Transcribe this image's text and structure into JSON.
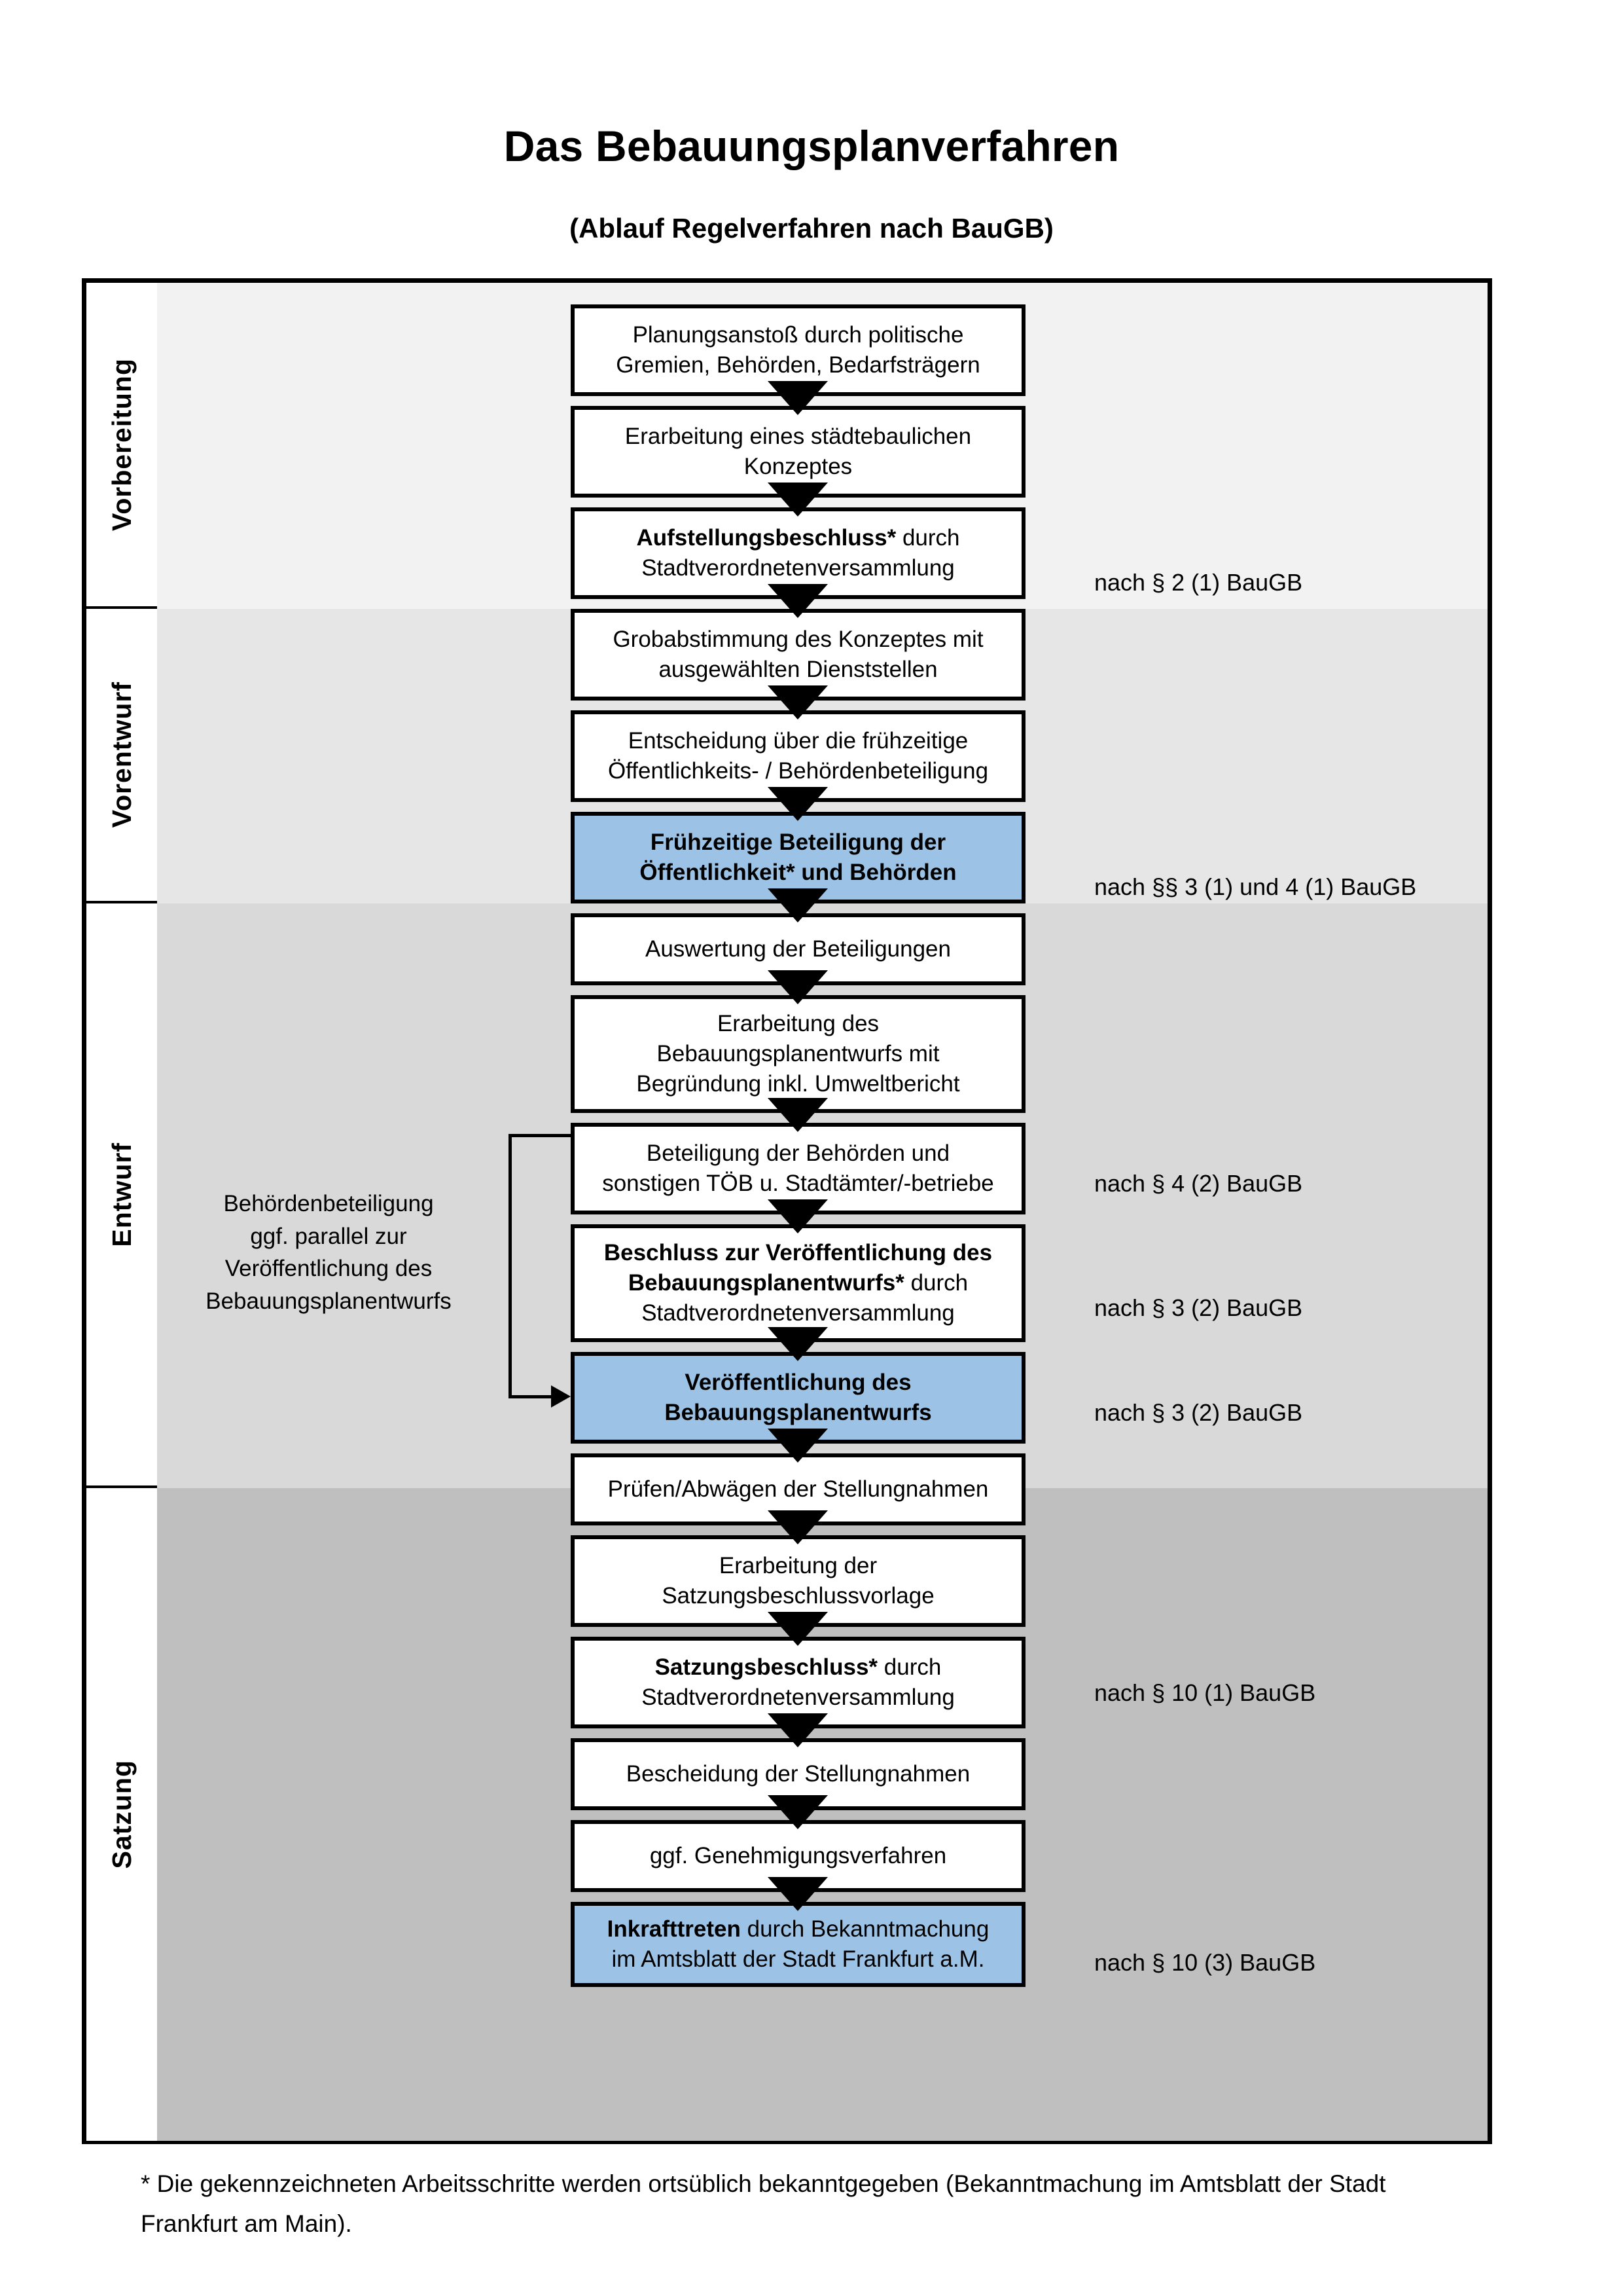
{
  "document": {
    "title": "Das Bebauungsplanverfahren",
    "subtitle": "(Ablauf Regelverfahren nach BauGB)",
    "footnote": "* Die gekennzeichneten Arbeitsschritte werden ortsüblich bekanntgegeben (Bekanntmachung im Amtsblatt  der Stadt Frankfurt am Main)."
  },
  "colors": {
    "highlight_blue": "#9CC3E5",
    "band_vorbereitung": "#F2F2F2",
    "band_vorentwurf": "#E6E6E6",
    "band_entwurf": "#D9D9D9",
    "band_satzung": "#BFBFBF",
    "outline": "#000000"
  },
  "phases": [
    {
      "label": "Vorbereitung"
    },
    {
      "label": "Vorentwurf"
    },
    {
      "label": "Entwurf"
    },
    {
      "label": "Satzung"
    }
  ],
  "steps": [
    {
      "id": "s1",
      "phase": "Vorbereitung",
      "lines": [
        "Planungsanstoß durch politische",
        "Gremien, Behörden, Bedarfsträgern"
      ],
      "bold": "",
      "highlight": false
    },
    {
      "id": "s2",
      "phase": "Vorbereitung",
      "lines": [
        "Erarbeitung eines städtebaulichen",
        "Konzeptes"
      ],
      "bold": "",
      "highlight": false
    },
    {
      "id": "s3",
      "phase": "Vorbereitung",
      "lines": [
        "Aufstellungsbeschluss* durch",
        "Stadtverordnetenversammlung"
      ],
      "bold": "Aufstellungsbeschluss*",
      "highlight": false
    },
    {
      "id": "s4",
      "phase": "Vorentwurf",
      "lines": [
        "Grobabstimmung des Konzeptes mit",
        "ausgewählten Dienststellen"
      ],
      "bold": "",
      "highlight": false
    },
    {
      "id": "s5",
      "phase": "Vorentwurf",
      "lines": [
        "Entscheidung über die frühzeitige",
        "Öffentlichkeits- / Behördenbeteiligung"
      ],
      "bold": "",
      "highlight": false
    },
    {
      "id": "s6",
      "phase": "Vorentwurf",
      "lines": [
        "Frühzeitige Beteiligung der",
        "Öffentlichkeit* und Behörden"
      ],
      "bold": "all",
      "highlight": true
    },
    {
      "id": "s7",
      "phase": "Entwurf",
      "lines": [
        "Auswertung der Beteiligungen"
      ],
      "bold": "",
      "highlight": false
    },
    {
      "id": "s8",
      "phase": "Entwurf",
      "lines": [
        "Erarbeitung des",
        "Bebauungsplanentwurfs mit",
        "Begründung inkl. Umweltbericht"
      ],
      "bold": "",
      "highlight": false
    },
    {
      "id": "s9",
      "phase": "Entwurf",
      "lines": [
        "Beteiligung der Behörden und",
        "sonstigen TÖB u. Stadtämter/-betriebe"
      ],
      "bold": "",
      "highlight": false
    },
    {
      "id": "s10",
      "phase": "Entwurf",
      "lines": [
        "Beschluss zur Veröffentlichung des",
        "Bebauungsplanentwurfs* durch",
        "Stadtverordnetenversammlung"
      ],
      "bold": "Beschluss zur Veröffentlichung des Bebauungsplanentwurfs*",
      "highlight": false
    },
    {
      "id": "s11",
      "phase": "Entwurf",
      "lines": [
        "Veröffentlichung des",
        "Bebauungsplanentwurfs"
      ],
      "bold": "all",
      "highlight": true
    },
    {
      "id": "s12",
      "phase": "Satzung",
      "lines": [
        "Prüfen/Abwägen der Stellungnahmen"
      ],
      "bold": "",
      "highlight": false
    },
    {
      "id": "s13",
      "phase": "Satzung",
      "lines": [
        "Erarbeitung der",
        "Satzungsbeschlussvorlage"
      ],
      "bold": "",
      "highlight": false
    },
    {
      "id": "s14",
      "phase": "Satzung",
      "lines": [
        "Satzungsbeschluss* durch",
        "Stadtverordnetenversammlung"
      ],
      "bold": "Satzungsbeschluss*",
      "highlight": false
    },
    {
      "id": "s15",
      "phase": "Satzung",
      "lines": [
        "Bescheidung der Stellungnahmen"
      ],
      "bold": "",
      "highlight": false
    },
    {
      "id": "s16",
      "phase": "Satzung",
      "lines": [
        "ggf. Genehmigungsverfahren"
      ],
      "bold": "",
      "highlight": false
    },
    {
      "id": "s17",
      "phase": "Satzung",
      "lines": [
        "Inkrafttreten durch Bekanntmachung",
        "im Amtsblatt der Stadt Frankfurt a.M."
      ],
      "bold": "Inkrafttreten",
      "highlight": true
    }
  ],
  "legal_notes": [
    {
      "id": "n1",
      "text": "nach § 2 (1) BauGB",
      "for_step": "s3"
    },
    {
      "id": "n2",
      "text": "nach §§ 3 (1) und 4 (1) BauGB",
      "for_step": "s6"
    },
    {
      "id": "n3",
      "text": "nach § 4 (2) BauGB",
      "for_step": "s9"
    },
    {
      "id": "n4",
      "text": "nach § 3 (2) BauGB",
      "for_step": "s10"
    },
    {
      "id": "n5",
      "text": "nach § 3 (2) BauGB",
      "for_step": "s11"
    },
    {
      "id": "n6",
      "text": "nach § 10 (1) BauGB",
      "for_step": "s14"
    },
    {
      "id": "n7",
      "text": "nach § 10 (3) BauGB",
      "for_step": "s17"
    }
  ],
  "side_annotation": {
    "lines": [
      "Behördenbeteiligung",
      "ggf. parallel zur",
      "Veröffentlichung des",
      "Bebauungsplanentwurfs"
    ],
    "text": "Behördenbeteiligung ggf. parallel zur Veröffentlichung des Bebauungsplanentwurfs"
  }
}
